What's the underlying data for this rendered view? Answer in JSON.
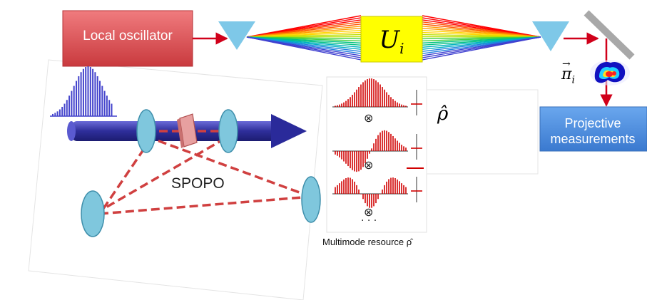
{
  "labels": {
    "local_oscillator": "Local oscillator",
    "unitary": "U",
    "unitary_sub": "i",
    "projector": "π",
    "projector_sub": "i",
    "density": "ρ̂",
    "projective": "Projective",
    "measurements": "measurements",
    "spopo": "SPOPO",
    "multimode": "Multimode resource ρ̂",
    "tensor": "⊗",
    "ellipsis": "· · ·"
  },
  "colors": {
    "local_oscillator_box": "#d94a4e",
    "unitary_box": "#ffff00",
    "measurement_box": "#4f8fdf",
    "prism": "#7ec8e8",
    "arrow": "#d0001a",
    "beam": "#3a3ab0",
    "mirror": "#7fc7dd",
    "spectrum": "#4444cc",
    "dashed_cavity": "#d04040"
  }
}
